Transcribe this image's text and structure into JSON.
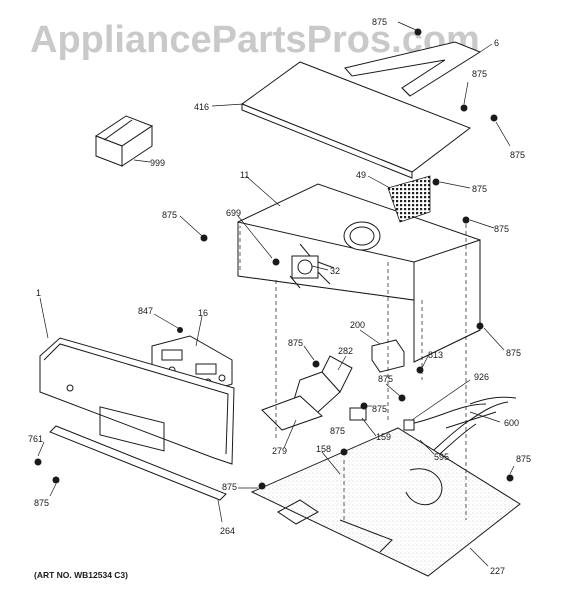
{
  "watermark": "AppliancePartsPros.com",
  "art_number": "(ART NO. WB12534 C3)",
  "callouts": {
    "c875_top": "875",
    "c6": "6",
    "c875_r1": "875",
    "c416": "416",
    "c875_r2": "875",
    "c999": "999",
    "c49": "49",
    "c875_r3": "875",
    "c11": "11",
    "c875_left": "875",
    "c699": "699",
    "c875_r4": "875",
    "c32": "32",
    "c1": "1",
    "c847": "847",
    "c16": "16",
    "c200": "200",
    "c875_r5": "875",
    "c875_mid": "875",
    "c282": "282",
    "c813": "813",
    "c875_c": "875",
    "c926": "926",
    "c875_d": "875",
    "c600": "600",
    "c761": "761",
    "c875_e": "875",
    "c159": "159",
    "c279": "279",
    "c158": "158",
    "c595": "595",
    "c875_f": "875",
    "c875_bl": "875",
    "c875_g": "875",
    "c264": "264",
    "c227": "227"
  }
}
